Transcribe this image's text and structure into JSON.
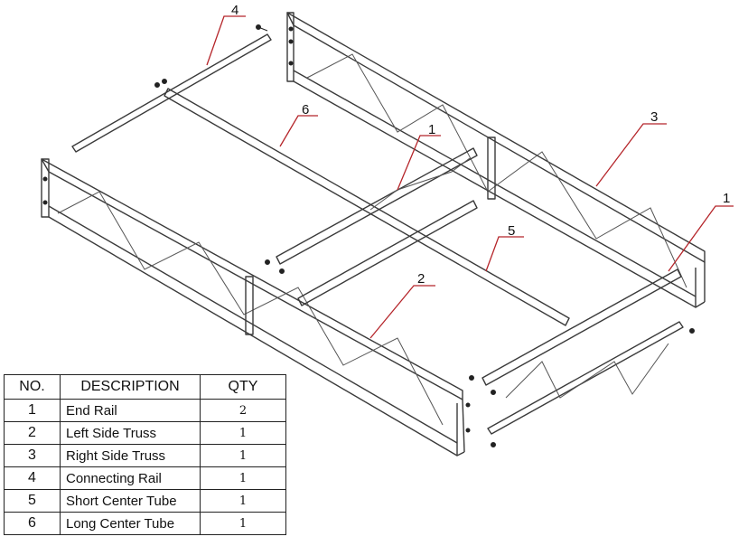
{
  "diagram": {
    "callouts": [
      "4",
      "6",
      "1",
      "3",
      "1",
      "5",
      "2"
    ],
    "colors": {
      "line": "#3a3a3a",
      "leader": "#b5252a",
      "text": "#111111"
    }
  },
  "table": {
    "headers": {
      "no": "NO.",
      "description": "DESCRIPTION",
      "qty": "QTY"
    },
    "rows": [
      {
        "no": "1",
        "description": "End Rail",
        "qty": "2"
      },
      {
        "no": "2",
        "description": "Left Side Truss",
        "qty": "1"
      },
      {
        "no": "3",
        "description": "Right Side Truss",
        "qty": "1"
      },
      {
        "no": "4",
        "description": "Connecting Rail",
        "qty": "1"
      },
      {
        "no": "5",
        "description": "Short Center Tube",
        "qty": "1"
      },
      {
        "no": "6",
        "description": "Long Center Tube",
        "qty": "1"
      }
    ]
  }
}
